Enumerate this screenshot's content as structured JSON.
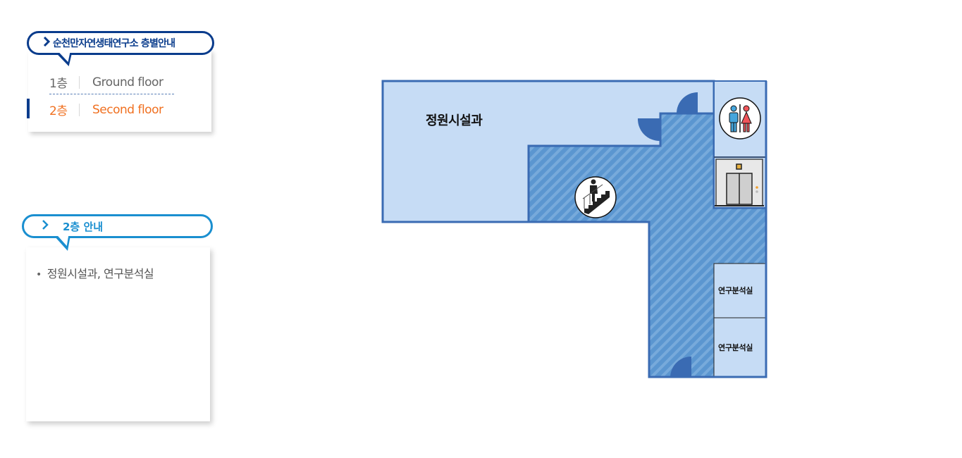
{
  "floor_selector": {
    "title": "순천만자연생태연구소 층별안내",
    "title_icon": "chevron-right-icon",
    "floors": [
      {
        "number": "1층",
        "name": "Ground floor",
        "active": false
      },
      {
        "number": "2층",
        "name": "Second floor",
        "active": true
      }
    ]
  },
  "floor_info": {
    "title": "2층 안내",
    "title_icon": "chevron-right-icon",
    "items": [
      "정원시설과, 연구분석실"
    ]
  },
  "floor_plan": {
    "rooms": {
      "main_office": "정원시설과",
      "lab_1": "연구분석실",
      "lab_2": "연구분석실"
    },
    "icons": [
      "restroom-icon",
      "elevator-icon",
      "stairs-icon"
    ],
    "colors": {
      "room_fill": "#c6dcf5",
      "corridor_fill": "#5b96d0",
      "corridor_stripe": "#77aadb",
      "wall": "#3a6bb3",
      "door": "#3a6bb3"
    }
  },
  "colors": {
    "primary_navy": "#0a3c8c",
    "info_blue": "#1a8fd0",
    "active_orange": "#f07020",
    "inactive_gray": "#666666"
  }
}
